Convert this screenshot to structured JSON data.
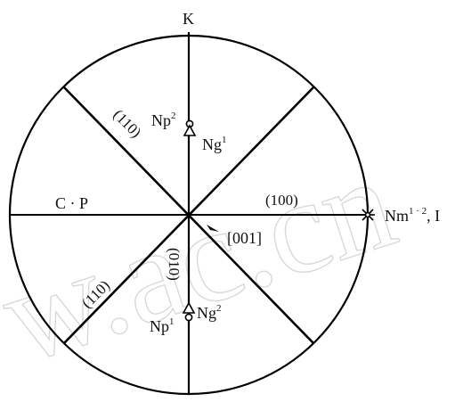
{
  "diagram": {
    "axis_top": "K",
    "axis_left": "C · P",
    "axis_right": "Nm",
    "axis_right_sup": "1 · 2",
    "axis_right_suffix": ", I",
    "zone_upper_left": "(110)",
    "zone_lower_left": "(110)",
    "zone_right": "(100)",
    "zone_vertical": "(010)",
    "direction": "[001]",
    "pole_np2": {
      "base": "Np",
      "sup": "2"
    },
    "pole_ng1": {
      "base": "Ng",
      "sup": "1"
    },
    "pole_ng2": {
      "base": "Ng",
      "sup": "2"
    },
    "pole_np1": {
      "base": "Np",
      "sup": "1"
    }
  },
  "watermark": "w.ac.cn"
}
